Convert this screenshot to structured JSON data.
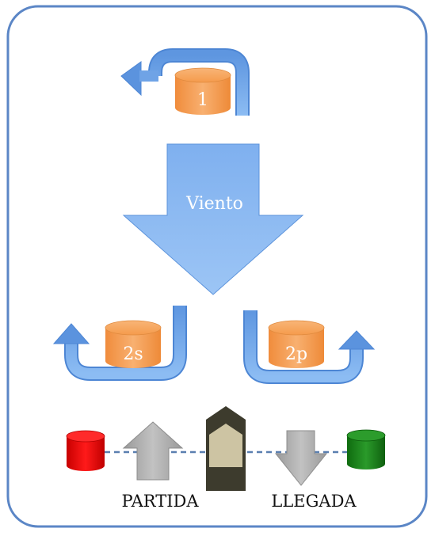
{
  "diagram": {
    "buoys": {
      "buoy_1": "1",
      "buoy_2s": "2s",
      "buoy_2p": "2p"
    },
    "wind_label": "Viento",
    "start_label": "PARTIDA",
    "finish_label": "LLEGADA",
    "colors": {
      "frame": "#4f7fc0",
      "buoy_fill": "#f4a259",
      "rounding_arrow": "#6fa3e6",
      "wind_arrow": "#8bb8f0",
      "start_mark": "#e60000",
      "finish_mark": "#1a7a1a",
      "start_finish_arrow": "#a8a8a8",
      "committee_boat_hull": "#3b3a2c",
      "committee_boat_deck": "#c9c0a0"
    }
  }
}
